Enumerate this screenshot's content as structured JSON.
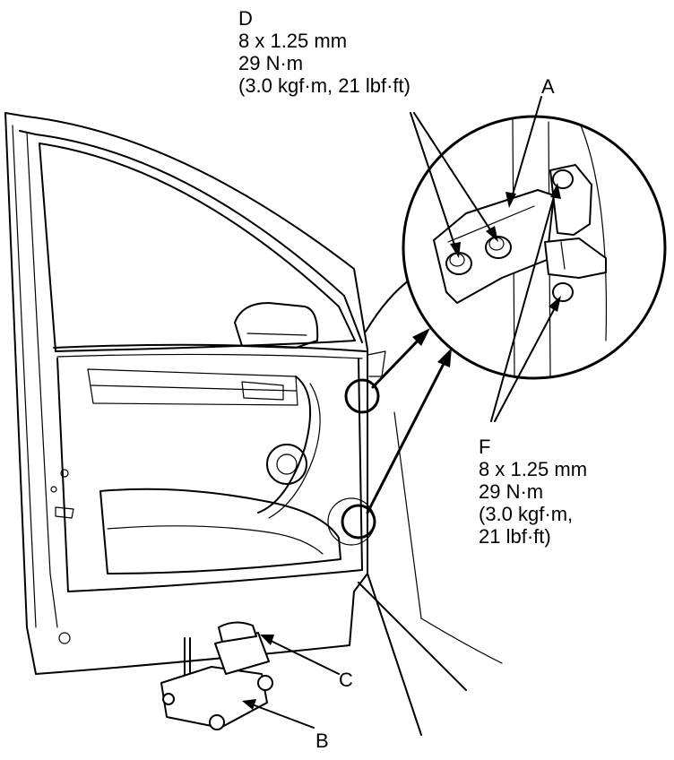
{
  "callouts": {
    "D": {
      "letter": "D",
      "size": "8 x 1.25 mm",
      "torque_nm": "29 N·m",
      "torque_alt": "(3.0 kgf·m, 21 lbf·ft)"
    },
    "F": {
      "letter": "F",
      "size": "8 x 1.25 mm",
      "torque_nm": "29 N·m",
      "torque_alt_1": "(3.0 kgf·m,",
      "torque_alt_2": "21 lbf·ft)"
    },
    "A": {
      "letter": "A"
    },
    "B": {
      "letter": "B"
    },
    "C": {
      "letter": "C"
    }
  }
}
